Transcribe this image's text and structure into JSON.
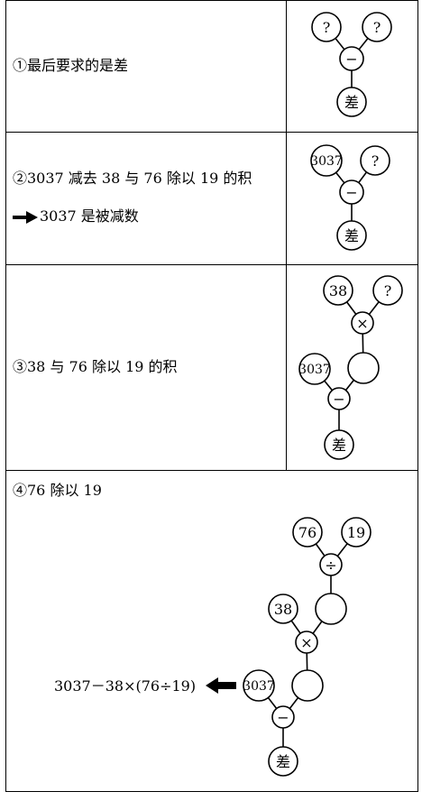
{
  "rows": [
    {
      "text": "①最后要求的是差",
      "tree": {
        "q1": "?",
        "q2": "?",
        "op": "−",
        "bottom": "差"
      }
    },
    {
      "line1": "②3037 减去 38 与 76 除以 19 的积",
      "line2": "3037 是被减数",
      "tree": {
        "a": "3037",
        "b": "?",
        "op": "−",
        "bottom": "差"
      }
    },
    {
      "text": "③38 与 76 除以 19 的积",
      "tree": {
        "a": "38",
        "b": "?",
        "op1": "×",
        "mid": "",
        "c": "3037",
        "op2": "−",
        "bottom": "差"
      }
    },
    {
      "text": "④76 除以 19",
      "expression": "3037－38×(76÷19)",
      "tree": {
        "a": "76",
        "b": "19",
        "op1": "÷",
        "n38": "38",
        "mid1": "",
        "op2": "×",
        "n3037": "3037",
        "mid2": "",
        "op3": "−",
        "bottom": "差"
      }
    }
  ]
}
